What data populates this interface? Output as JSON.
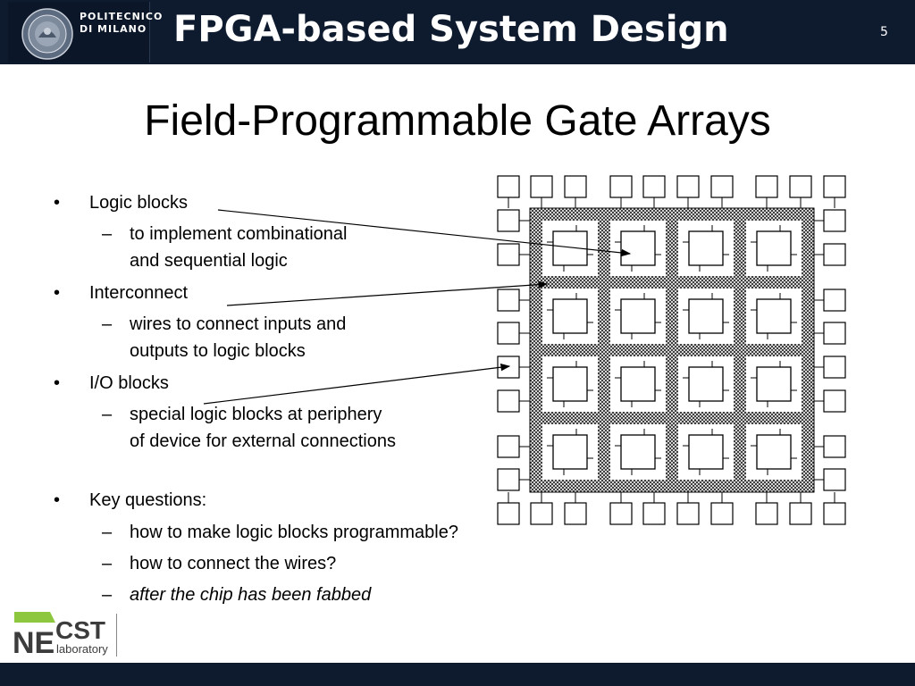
{
  "header": {
    "university_line1": "POLITECNICO",
    "university_line2": "DI MILANO",
    "course_title": "FPGA-based System Design",
    "page_number": "5"
  },
  "slide": {
    "title": "Field-Programmable Gate Arrays",
    "items": [
      {
        "level": 1,
        "text": "Logic blocks"
      },
      {
        "level": 2,
        "text": "to implement combinational"
      },
      {
        "level": 3,
        "text": "and sequential logic"
      },
      {
        "level": 1,
        "text": "Interconnect"
      },
      {
        "level": 2,
        "text": "wires to connect inputs and"
      },
      {
        "level": 3,
        "text": "outputs to logic blocks"
      },
      {
        "level": 1,
        "text": "I/O blocks"
      },
      {
        "level": 2,
        "text": "special logic blocks at periphery"
      },
      {
        "level": 3,
        "text": "of device for external connections"
      },
      {
        "level": 1,
        "text": "Key questions:"
      },
      {
        "level": 2,
        "text": "how to make logic blocks programmable?"
      },
      {
        "level": 2,
        "text": "how to connect the wires?"
      },
      {
        "level": 2,
        "text": "after the chip has been fabbed"
      }
    ],
    "bullet_symbol": "•",
    "dash_symbol": "–"
  },
  "logos": {
    "necst_ne": "NE",
    "necst_cst": "CST",
    "necst_lab": "laboratory"
  },
  "colors": {
    "header_bg": "#0e1a2e",
    "necst_green": "#8dc63f",
    "necst_dark": "#3c3c3c"
  }
}
